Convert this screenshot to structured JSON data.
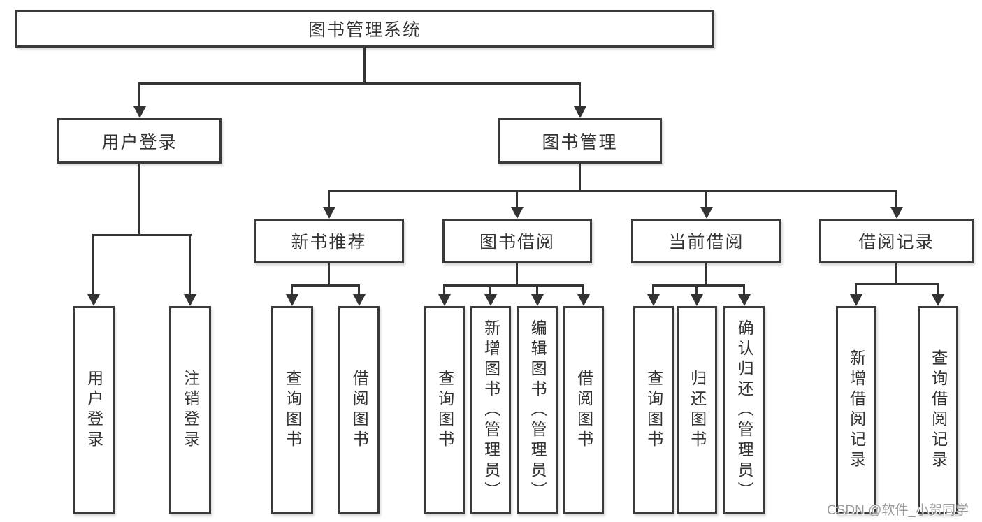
{
  "tree": {
    "label": "图书管理系统",
    "children": [
      {
        "label": "用户登录",
        "children": [
          {
            "label": "用户登录"
          },
          {
            "label": "注销登录"
          }
        ]
      },
      {
        "label": "图书管理",
        "children": [
          {
            "label": "新书推荐",
            "children": [
              {
                "label": "查询图书"
              },
              {
                "label": "借阅图书"
              }
            ]
          },
          {
            "label": "图书借阅",
            "children": [
              {
                "label": "查询图书"
              },
              {
                "label": "新增图书（管理员）"
              },
              {
                "label": "编辑图书（管理员）"
              },
              {
                "label": "借阅图书"
              }
            ]
          },
          {
            "label": "当前借阅",
            "children": [
              {
                "label": "查询图书"
              },
              {
                "label": "归还图书"
              },
              {
                "label": "确认归还（管理员）"
              }
            ]
          },
          {
            "label": "借阅记录",
            "children": [
              {
                "label": "新增借阅记录"
              },
              {
                "label": "查询借阅记录"
              }
            ]
          }
        ]
      }
    ]
  },
  "watermark": {
    "text": "CSDN @软件_小贺同学"
  },
  "colors": {
    "background": "#ffffff",
    "line": "#333333",
    "box_border": "#3a3a3a",
    "text": "#333333",
    "watermark": "#9b9b9b"
  }
}
